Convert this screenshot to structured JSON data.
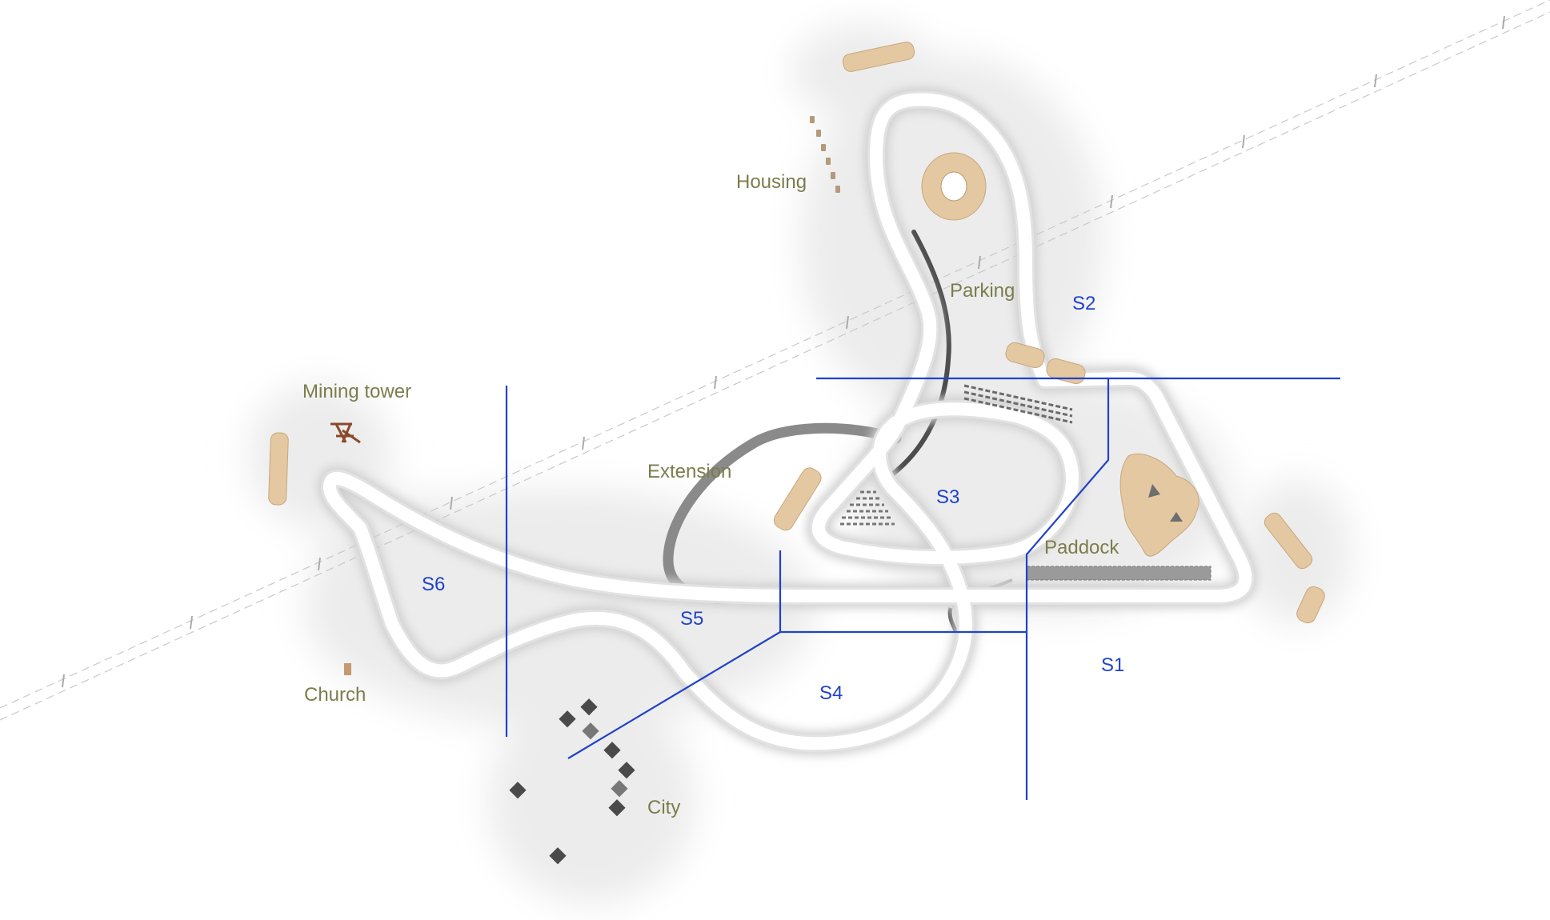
{
  "colors": {
    "background": "#ffffff",
    "track": "#ffffff",
    "track_shadow": "#d8d8d8",
    "place_label": "#7d7c4c",
    "sector_line": "#2042c8",
    "building": "#e3c8a2",
    "extension_road": "#6f6f6f"
  },
  "places": {
    "housing": "Housing",
    "parking": "Parking",
    "mining_tower": "Mining tower",
    "extension": "Extension",
    "paddock": "Paddock",
    "church": "Church",
    "city": "City"
  },
  "sectors": {
    "s1": "S1",
    "s2": "S2",
    "s3": "S3",
    "s4": "S4",
    "s5": "S5",
    "s6": "S6"
  },
  "icons": {
    "mining_tower": "mining-tower-icon",
    "church": "church-icon",
    "city_blocks": "city-block-icon",
    "buildings": "building-icon"
  }
}
